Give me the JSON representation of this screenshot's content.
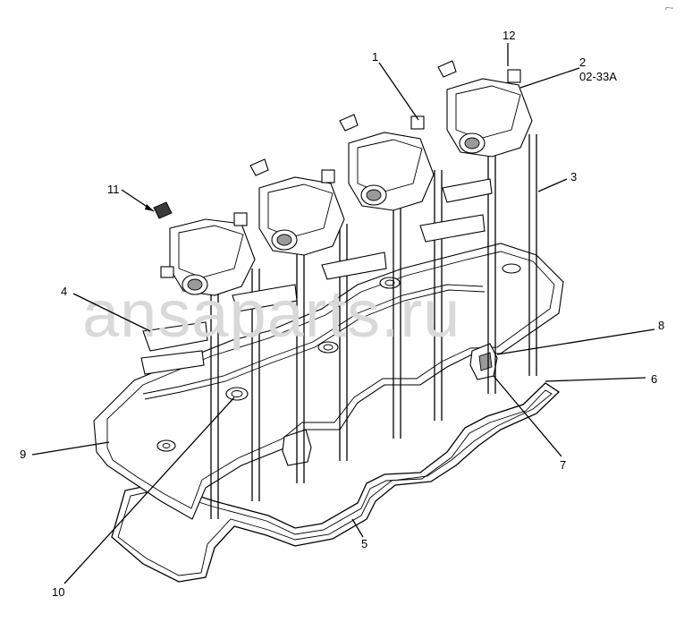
{
  "figure_code": "02-33A",
  "watermark": "ansaparts.ru",
  "corner_mark": "⌐-",
  "callouts": [
    {
      "id": "1",
      "text": "1"
    },
    {
      "id": "2",
      "text": "2"
    },
    {
      "id": "3",
      "text": "3"
    },
    {
      "id": "4",
      "text": "4"
    },
    {
      "id": "5",
      "text": "5"
    },
    {
      "id": "6",
      "text": "6"
    },
    {
      "id": "7",
      "text": "7"
    },
    {
      "id": "8",
      "text": "8"
    },
    {
      "id": "9",
      "text": "9"
    },
    {
      "id": "10",
      "text": "10"
    },
    {
      "id": "11",
      "text": "11"
    },
    {
      "id": "12",
      "text": "12"
    }
  ]
}
